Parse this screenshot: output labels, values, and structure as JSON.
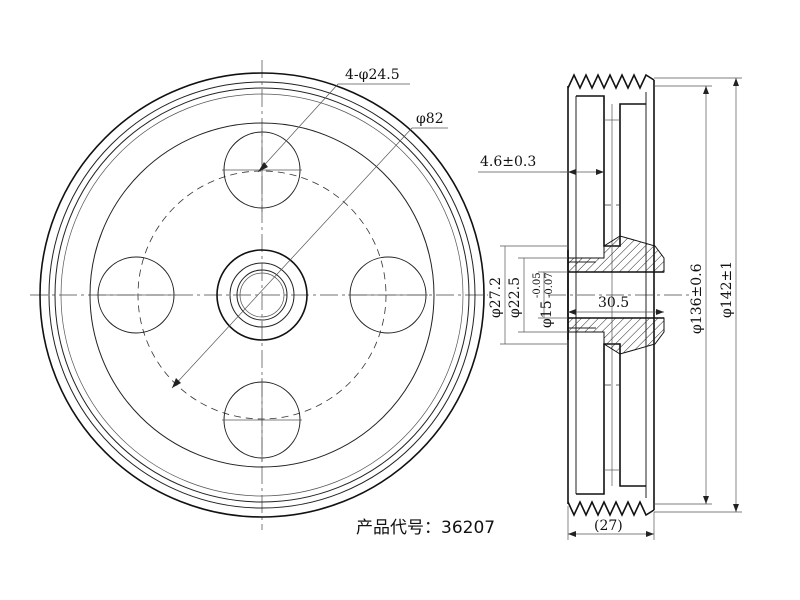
{
  "dimensions": {
    "bolt_holes": "4-φ24.5",
    "bolt_circle": "φ82",
    "flange_thickness": "4.6±0.3",
    "hub_outer": "φ27.2",
    "hub_mid": "φ22.5",
    "bore": "φ15",
    "bore_tol_upper": "-0.05",
    "bore_tol_lower": "-0.07",
    "hub_length": "30.5",
    "groove_diameter": "φ136±0.6",
    "outer_diameter": "φ142±1",
    "width": "(27)"
  },
  "product": {
    "label": "产品代号：36207"
  }
}
